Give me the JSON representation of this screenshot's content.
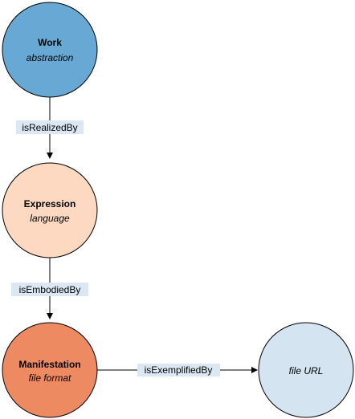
{
  "nodes": {
    "work": {
      "title": "Work",
      "subtitle": "abstraction",
      "fill": "#67a9d4"
    },
    "expression": {
      "title": "Expression",
      "subtitle": "language",
      "fill": "#fdd9c1"
    },
    "manifestation": {
      "title": "Manifestation",
      "subtitle": "file format",
      "fill": "#ee8a62"
    },
    "item": {
      "title": "",
      "subtitle": "file URL",
      "fill": "#d4e5f1"
    }
  },
  "edges": {
    "work_to_expression": {
      "label": "isRealizedBy",
      "label_bg": "#dbe8f4"
    },
    "expression_to_manifestation": {
      "label": "isEmbodiedBy",
      "label_bg": "#dbe8f4"
    },
    "manifestation_to_item": {
      "label": "isExemplifiedBy",
      "label_bg": "#dbe8f4"
    }
  }
}
